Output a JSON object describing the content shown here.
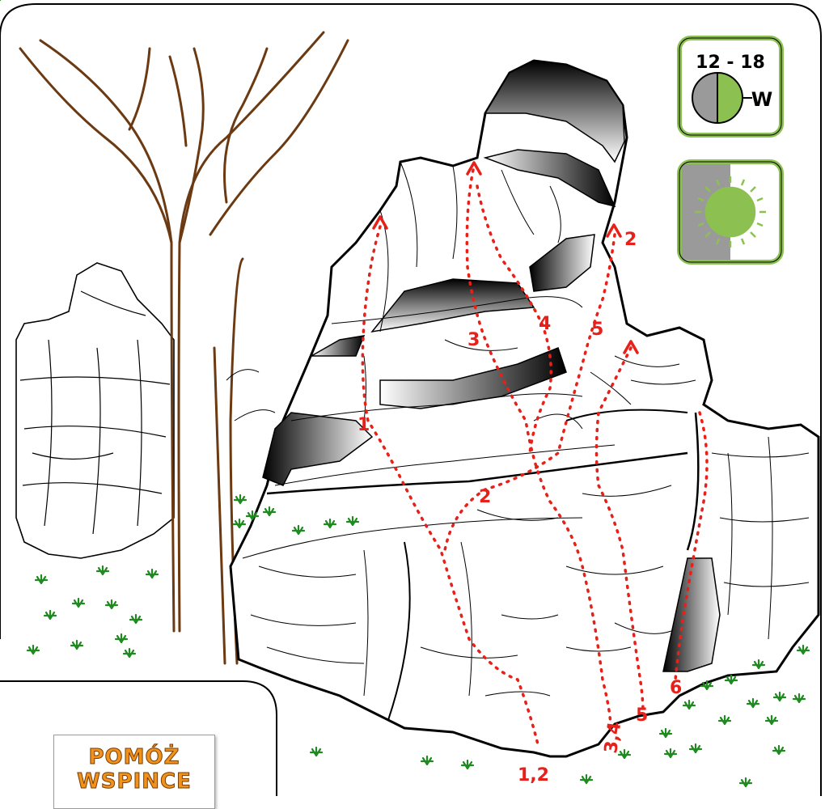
{
  "topo": {
    "routes": [
      "1",
      "2",
      "3",
      "4",
      "5",
      "6"
    ],
    "base_labels": [
      "1,2",
      "3,4",
      "5",
      "6"
    ],
    "top_labels": [
      "1",
      "2",
      "3",
      "4",
      "5",
      "2"
    ],
    "route_color": "#e8201a"
  },
  "badges": {
    "sun_hours": "12 - 18",
    "aspect": "W",
    "badge_color": "#8cc152",
    "shade_color": "#9a9a9a"
  },
  "help": {
    "line1": "POMÓŻ",
    "line2": "WSPINCE"
  }
}
